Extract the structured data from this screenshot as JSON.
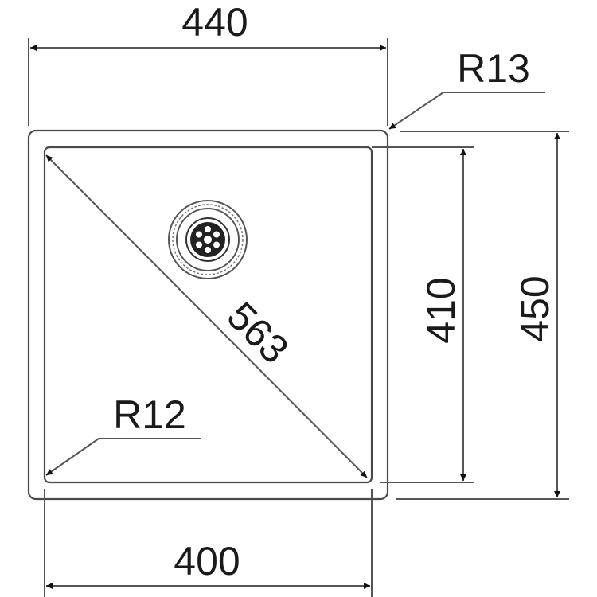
{
  "drawing": {
    "title": "Sink technical drawing (top view)",
    "units": "mm",
    "colors": {
      "line": "#555555",
      "text": "#1a1a1a",
      "background": "#ffffff"
    }
  },
  "dimensions": {
    "overall_width": "440",
    "bowl_width": "400",
    "bowl_depth": "410",
    "overall_depth": "450",
    "diagonal": "563",
    "outer_radius": "R13",
    "inner_radius": "R12"
  },
  "features": {
    "drain": "drain-waste-icon"
  }
}
